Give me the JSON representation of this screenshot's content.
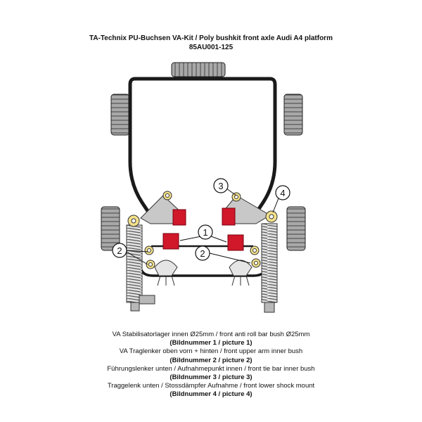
{
  "header": {
    "title": "TA-Technix PU-Buchsen VA-Kit / Poly bushkit front axle Audi A4 platform",
    "part_number": "85AU001-125"
  },
  "callouts": [
    "1",
    "2",
    "2",
    "3",
    "4"
  ],
  "captions": [
    {
      "text": "VA Stabilisatorlager innen Ø25mm / front anti roll bar bush Ø25mm",
      "ref": "(Bildnummer 1 / picture 1)"
    },
    {
      "text": "VA Traglenker oben vorn + hinten / front upper arm inner bush",
      "ref": "(Bildnummer 2 / picture 2)"
    },
    {
      "text": "Führungslenker unten / Aufnahmepunkt innen / front tie bar inner bush",
      "ref": "(Bildnummer 3 / picture 3)"
    },
    {
      "text": "Traggelenk unten / Stossdämpfer Aufnahme / front lower shock mount",
      "ref": "(Bildnummer 4 / picture 4)"
    }
  ],
  "colors": {
    "line": "#1a1a1a",
    "tyre": "#9a9a9a",
    "arm": "#c8c8c8",
    "bush_red": "#d0182a",
    "bush_yellow": "#f2e08a"
  }
}
